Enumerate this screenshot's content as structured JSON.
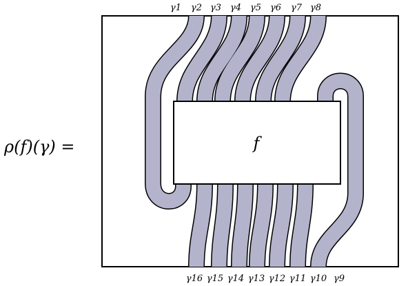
{
  "lhs": "ρ(f)(γ) =",
  "box_label": "f",
  "top_labels": [
    "γ1",
    "γ2",
    "γ3",
    "γ4",
    "γ5",
    "γ6",
    "γ7",
    "γ8"
  ],
  "bottom_labels": [
    "γ16",
    "γ15",
    "γ14",
    "γ13",
    "γ12",
    "γ11",
    "γ10",
    "γ9"
  ],
  "colors": {
    "strand_fill": "#b3b3cc",
    "outline": "#000000",
    "background": "#ffffff"
  }
}
